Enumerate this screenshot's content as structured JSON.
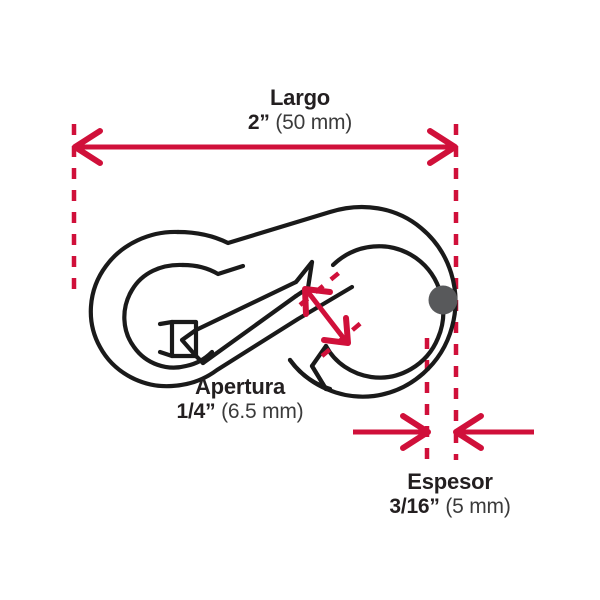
{
  "document": {
    "type": "technical-dimension-drawing",
    "subject": "spring snap hook carabiner",
    "background_color": "#ffffff"
  },
  "colors": {
    "dimension_red": "#d0103a",
    "outline_black": "#1a1a1a",
    "rivet_gray": "#58595b",
    "text_dark": "#231f20"
  },
  "dimensions": {
    "largo": {
      "title": "Largo",
      "imperial": "2”",
      "metric": "(50 mm)",
      "arrow_type": "double-headed-horizontal"
    },
    "apertura": {
      "title": "Apertura",
      "imperial": "1/4”",
      "metric": "(6.5 mm)",
      "arrow_type": "double-headed-diagonal"
    },
    "espesor": {
      "title": "Espesor",
      "imperial": "3/16”",
      "metric": "(5 mm)",
      "arrow_type": "opposing-inward-pair"
    }
  },
  "drawing_elements": {
    "left_eye_label": "left-eye-ring",
    "hook_body_label": "hook-body",
    "gate_label": "gate-bar",
    "hinge_label": "hinge-block",
    "rivet_label": "rivet-pin"
  }
}
